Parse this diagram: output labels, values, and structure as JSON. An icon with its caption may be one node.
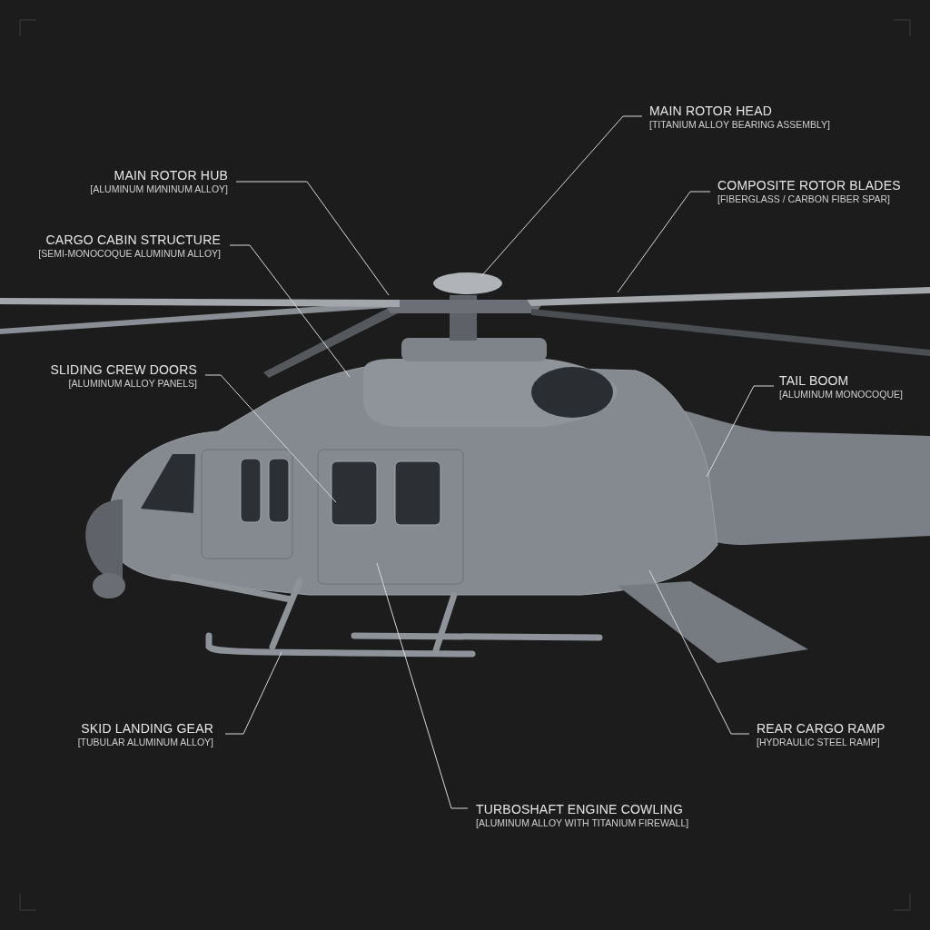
{
  "diagram": {
    "nodes": [
      {
        "text": [
          "MAIN ROTOR HEAD",
          "[TITANIUM ALLOY BEARING ASSEMBLY]"
        ]
      },
      {
        "text": [
          "MAIN ROTOR HUB",
          "[ALUMINUM MИNINUM ALLOY]"
        ]
      },
      {
        "text": [
          "COMPOSITE ROTOR BLADES",
          "[FIBERGLASS / CARBON FIBER SPAR]"
        ]
      },
      {
        "text": [
          "CARGO CABIN STRUCTURE",
          "[SEMI-MONOCOQUE ALUMINUM ALLOY]"
        ]
      },
      {
        "text": [
          "SLIDING CREW DOORS",
          "[ALUMINUM ALLOY PANELS]"
        ]
      },
      {
        "text": [
          "TAIL BOOM",
          "[ALUMINUM MONOCOQUE]"
        ]
      },
      {
        "text": [
          "SKID LANDING GEAR",
          "[TUBULAR ALUMINUM ALLOY]"
        ]
      },
      {
        "text": [
          "REAR CARGO RAMP",
          "[HYDRAULIC STEEL RAMP]"
        ]
      },
      {
        "text": [
          "TURBOSHAFT ENGINE COWLING",
          "[ALUMINUM ALLOY WITH TITANIUM FIREWALL]"
        ]
      }
    ],
    "edges": [
      {
        "from": 0,
        "to": null,
        "arrow": "none"
      },
      {
        "from": 1,
        "to": null,
        "arrow": "none"
      },
      {
        "from": 2,
        "to": null,
        "arrow": "none"
      },
      {
        "from": 3,
        "to": null,
        "arrow": "none"
      },
      {
        "from": 4,
        "to": null,
        "arrow": "none"
      },
      {
        "from": 5,
        "to": null,
        "arrow": "none"
      },
      {
        "from": 6,
        "to": null,
        "arrow": "none"
      },
      {
        "from": 7,
        "to": null,
        "arrow": "none"
      },
      {
        "from": 8,
        "to": null,
        "arrow": "none"
      }
    ]
  }
}
